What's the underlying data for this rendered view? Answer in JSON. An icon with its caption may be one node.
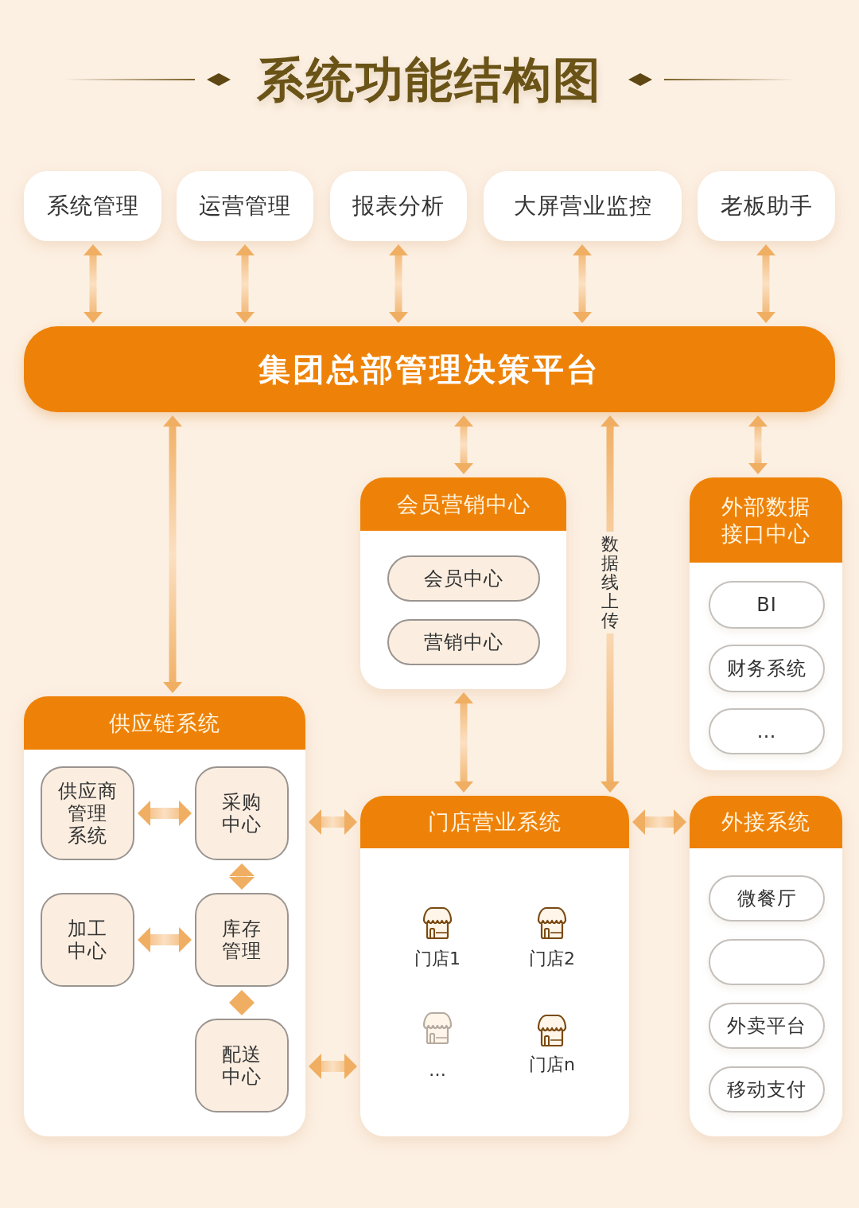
{
  "diagram": {
    "title": "系统功能结构图",
    "nodes": [
      {
        "text": [
          "系统管理"
        ]
      },
      {
        "text": [
          "运营管理"
        ]
      },
      {
        "text": [
          "报表分析"
        ]
      },
      {
        "text": [
          "大屏营业监控"
        ]
      },
      {
        "text": [
          "老板助手"
        ]
      },
      {
        "text": [
          "集团总部管理决策平台"
        ]
      },
      {
        "text": [
          "会员营销中心"
        ]
      },
      {
        "text": [
          "会员中心"
        ],
        "in": 6
      },
      {
        "text": [
          "营销中心"
        ],
        "in": 6
      },
      {
        "text": [
          "外部数据接口中心"
        ]
      },
      {
        "text": [
          "BI"
        ],
        "in": 9
      },
      {
        "text": [
          "财务系统"
        ],
        "in": 9
      },
      {
        "text": [
          "…"
        ],
        "in": 9
      },
      {
        "text": [
          "供应链系统"
        ]
      },
      {
        "text": [
          "供应商管理系统"
        ],
        "in": 13
      },
      {
        "text": [
          "采购中心"
        ],
        "in": 13
      },
      {
        "text": [
          "加工中心"
        ],
        "in": 13
      },
      {
        "text": [
          "库存管理"
        ],
        "in": 13
      },
      {
        "text": [
          "配送中心"
        ],
        "in": 13
      },
      {
        "text": [
          "门店营业系统"
        ]
      },
      {
        "text": [
          "门店1"
        ],
        "in": 19
      },
      {
        "text": [
          "门店2"
        ],
        "in": 19
      },
      {
        "text": [
          "…"
        ],
        "in": 19
      },
      {
        "text": [
          "门店n"
        ],
        "in": 19
      },
      {
        "text": [
          "外接系统"
        ]
      },
      {
        "text": [
          "微餐厅"
        ],
        "in": 24
      },
      {
        "text": [],
        "shape": "box",
        "in": 24
      },
      {
        "text": [
          "外卖平台"
        ],
        "in": 24
      },
      {
        "text": [
          "移动支付"
        ],
        "in": 24
      }
    ],
    "edges": [
      {
        "from": 0,
        "to": 5,
        "arrow": "both"
      },
      {
        "from": 1,
        "to": 5,
        "arrow": "both"
      },
      {
        "from": 2,
        "to": 5,
        "arrow": "both"
      },
      {
        "from": 3,
        "to": 5,
        "arrow": "both"
      },
      {
        "from": 4,
        "to": 5,
        "arrow": "both"
      },
      {
        "from": 5,
        "to": 13,
        "arrow": "both"
      },
      {
        "from": 5,
        "to": 6,
        "arrow": "both"
      },
      {
        "from": 5,
        "to": 19,
        "arrow": "both",
        "label": "数据线上传"
      },
      {
        "from": 5,
        "to": 9,
        "arrow": "both"
      },
      {
        "from": 6,
        "to": 19,
        "arrow": "both"
      },
      {
        "from": 14,
        "to": 15,
        "arrow": "both"
      },
      {
        "from": 16,
        "to": 17,
        "arrow": "both"
      },
      {
        "from": 15,
        "to": 17,
        "arrow": "both"
      },
      {
        "from": 17,
        "to": 18,
        "arrow": "both"
      },
      {
        "from": 13,
        "to": 19,
        "arrow": "both"
      },
      {
        "from": 13,
        "to": 19,
        "arrow": "both"
      },
      {
        "from": 19,
        "to": 24,
        "arrow": "both"
      }
    ]
  }
}
